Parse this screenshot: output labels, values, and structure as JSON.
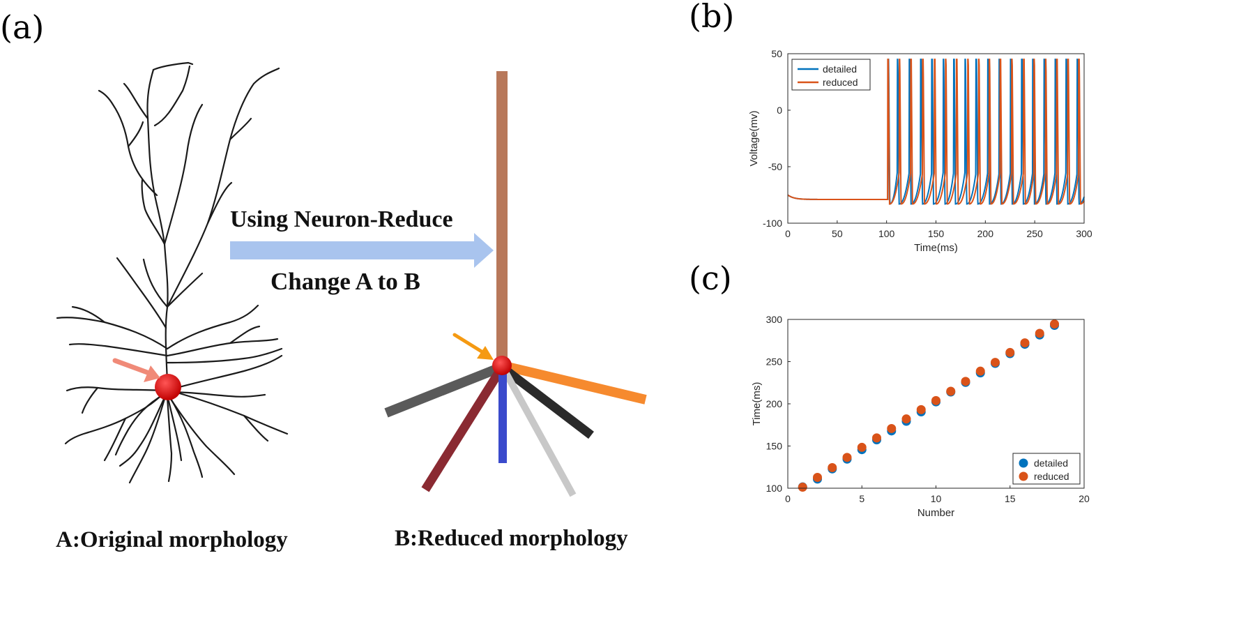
{
  "panels": {
    "a": "(a)",
    "b": "(b)",
    "c": "(c)"
  },
  "figure_a": {
    "arrow_title": "Using Neuron-Reduce",
    "arrow_subtitle": "Change A to B",
    "caption_a": "A:Original morphology",
    "caption_b": "B:Reduced morphology"
  },
  "colors": {
    "detailed": "#0072BD",
    "reduced": "#D95319",
    "soma": "#dd1111",
    "arrow": "#a9c4ee"
  },
  "chart_data": [
    {
      "type": "line",
      "panel": "b",
      "xlabel": "Time(ms)",
      "ylabel": "Voltage(mv)",
      "xlim": [
        0,
        300
      ],
      "ylim": [
        -100,
        50
      ],
      "xticks": [
        0,
        50,
        100,
        150,
        200,
        250,
        300
      ],
      "yticks": [
        -100,
        -50,
        0,
        50
      ],
      "legend_position": "top-left",
      "rest_potential": -79,
      "spike_peak": 45,
      "after_hyperpolarization": -83,
      "series": [
        {
          "name": "detailed",
          "spike_times": [
            101.5,
            110.8,
            122.9,
            134.5,
            145.7,
            157.3,
            167.9,
            179.3,
            190.5,
            202.4,
            214.0,
            225.4,
            236.7,
            247.9,
            259.5,
            270.6,
            281.6,
            293.0
          ]
        },
        {
          "name": "reduced",
          "spike_times": [
            101.2,
            112.8,
            124.4,
            136.5,
            148.4,
            159.6,
            170.7,
            182.1,
            193.1,
            203.8,
            214.9,
            226.6,
            238.7,
            249.1,
            260.8,
            272.2,
            283.5,
            294.5
          ]
        }
      ]
    },
    {
      "type": "scatter",
      "panel": "c",
      "xlabel": "Number",
      "ylabel": "Time(ms)",
      "xlim": [
        0,
        20
      ],
      "ylim": [
        100,
        300
      ],
      "xticks": [
        0,
        5,
        10,
        15,
        20
      ],
      "yticks": [
        100,
        150,
        200,
        250,
        300
      ],
      "legend_position": "bottom-right",
      "x": [
        1,
        2,
        3,
        4,
        5,
        6,
        7,
        8,
        9,
        10,
        11,
        12,
        13,
        14,
        15,
        16,
        17,
        18
      ],
      "series": [
        {
          "name": "detailed",
          "values": [
            101.5,
            110.8,
            122.9,
            134.5,
            145.7,
            157.3,
            167.9,
            179.3,
            190.5,
            202.4,
            214.0,
            225.4,
            236.7,
            247.9,
            259.5,
            270.6,
            281.6,
            293.0
          ]
        },
        {
          "name": "reduced",
          "values": [
            101.2,
            112.8,
            124.4,
            136.5,
            148.4,
            159.6,
            170.7,
            182.1,
            193.1,
            203.8,
            214.9,
            226.6,
            238.7,
            249.1,
            260.8,
            272.2,
            283.5,
            294.5
          ]
        }
      ]
    }
  ]
}
